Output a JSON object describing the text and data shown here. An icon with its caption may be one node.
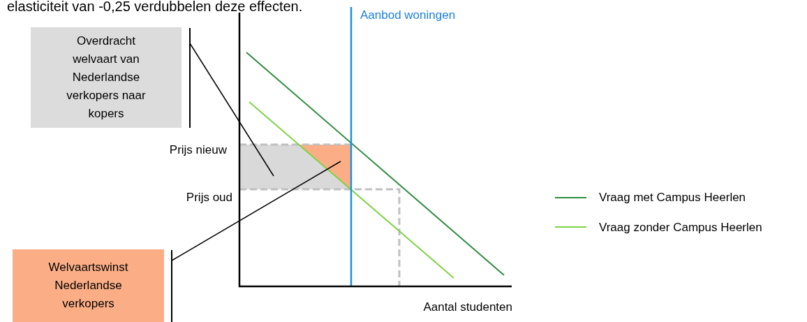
{
  "diagram": {
    "nodes": [
      {
        "text": [
          "Overdracht welvaart van Nederlandse verkopers naar kopers"
        ]
      },
      {
        "text": [
          "Welvaartswinst Nederlandse verkopers"
        ]
      },
      {
        "text": [],
        "shape": "box"
      },
      {
        "text": [],
        "shape": "triangle",
        "in": 2
      }
    ],
    "edges": [
      {
        "from": 0,
        "to": 2,
        "arrow": "none"
      },
      {
        "from": 1,
        "to": 3,
        "arrow": "none"
      }
    ],
    "labels": [
      "elasticiteit van -0,25 verdubbelen deze effecten.",
      "Aanbod woningen",
      "Prijs nieuw",
      "Prijs oud",
      "Aantal studenten"
    ],
    "legend": [
      {
        "text": "Vraag met Campus Heerlen",
        "color": "#2e8b3f"
      },
      {
        "text": "Vraag zonder Campus Heerlen",
        "color": "#7ed348"
      }
    ]
  }
}
